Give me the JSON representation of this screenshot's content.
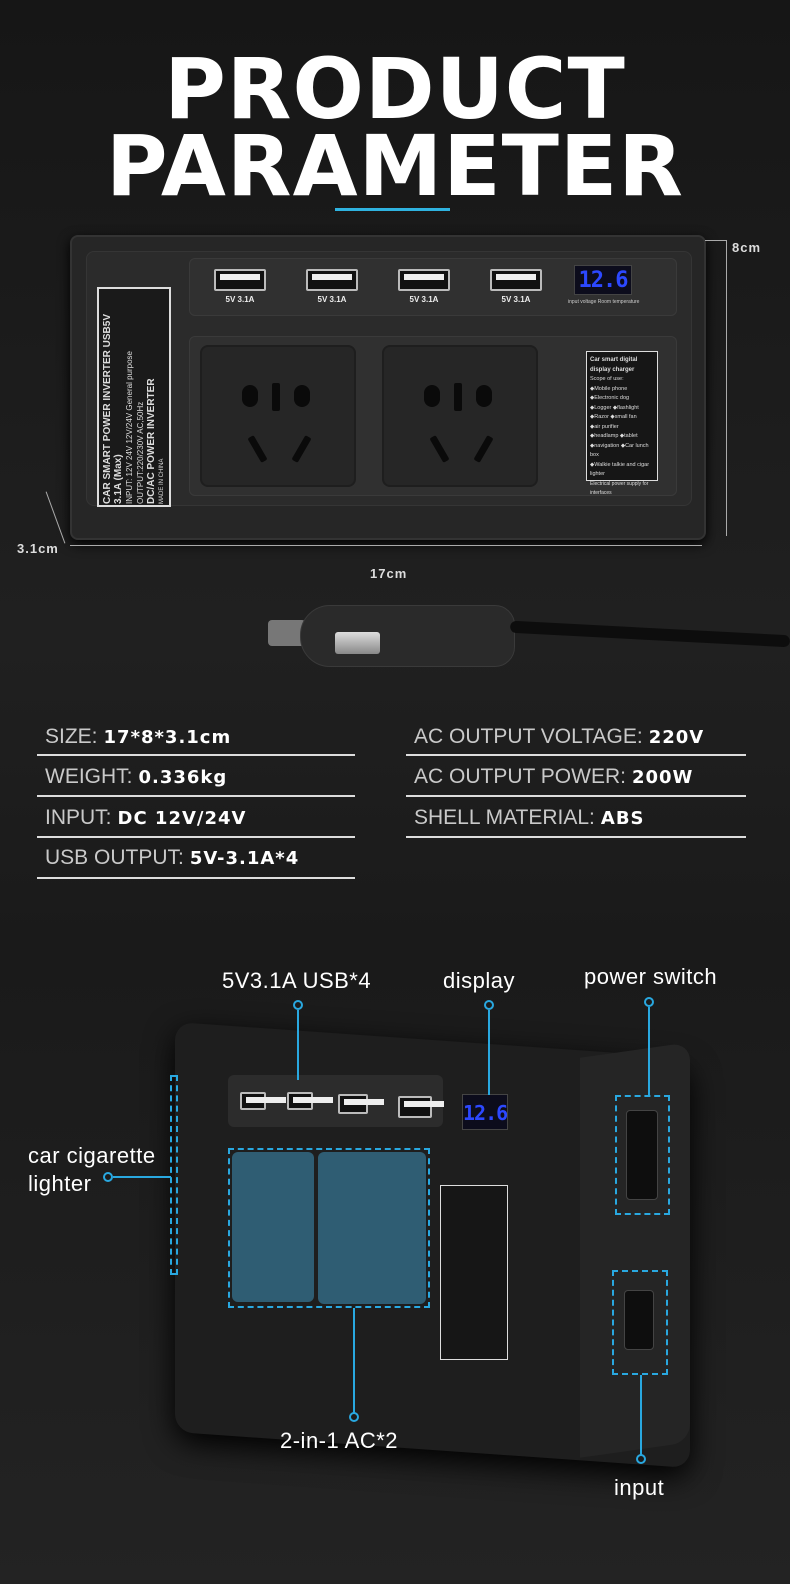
{
  "header": {
    "title_line1": "PRODUCT",
    "title_line2": "PARAMETER"
  },
  "device": {
    "usb_labels": [
      "5V 3.1A",
      "5V 3.1A",
      "5V 3.1A",
      "5V 3.1A"
    ],
    "display_value": "12.6",
    "display_caption": "input voltage Room temperature",
    "side_label": {
      "line1": "CAR SMART POWER INVERTER USB5V 3.1A (Max)",
      "line2": "INPUT: 12V  24V  12V/24V General purpose",
      "line3": "OUTPUT:220/230V AC,50Hz",
      "line4": "DC/AC POWER INVERTER",
      "marks": "MADE IN CHINA"
    },
    "scope_card": {
      "title": "Car smart digital display charger",
      "subtitle": "Scope of use:",
      "items": [
        "◆Mobile phone ◆Electronic dog",
        "◆Logger ◆flashlight",
        "◆Razor ◆small fan",
        "◆air purifier",
        "◆headlamp ◆tablet",
        "◆navigation ◆Car lunch box",
        "◆Walkie talkie and cigar lighter"
      ],
      "footer": "Electrical power supply for interfaces"
    }
  },
  "dimensions": {
    "height": "8cm",
    "depth": "3.1cm",
    "width": "17cm"
  },
  "specs": {
    "left": [
      {
        "label": "SIZE:",
        "value": "17*8*3.1cm"
      },
      {
        "label": "WEIGHT:",
        "value": "0.336kg"
      },
      {
        "label": "INPUT:",
        "value": "DC 12V/24V"
      },
      {
        "label": "USB OUTPUT:",
        "value": "5V-3.1A*4"
      }
    ],
    "right": [
      {
        "label": "AC OUTPUT VOLTAGE:",
        "value": "220V"
      },
      {
        "label": "AC OUTPUT POWER:",
        "value": "200W"
      },
      {
        "label": "SHELL MATERIAL:",
        "value": "ABS"
      }
    ]
  },
  "callouts": {
    "usb": "5V3.1A USB*4",
    "display": "display",
    "power_switch": "power switch",
    "lighter_line1": "car cigarette",
    "lighter_line2": "lighter",
    "ac": "2-in-1 AC*2",
    "input": "input"
  },
  "colors": {
    "accent": "#29a8e0",
    "display": "#2c48ff"
  }
}
